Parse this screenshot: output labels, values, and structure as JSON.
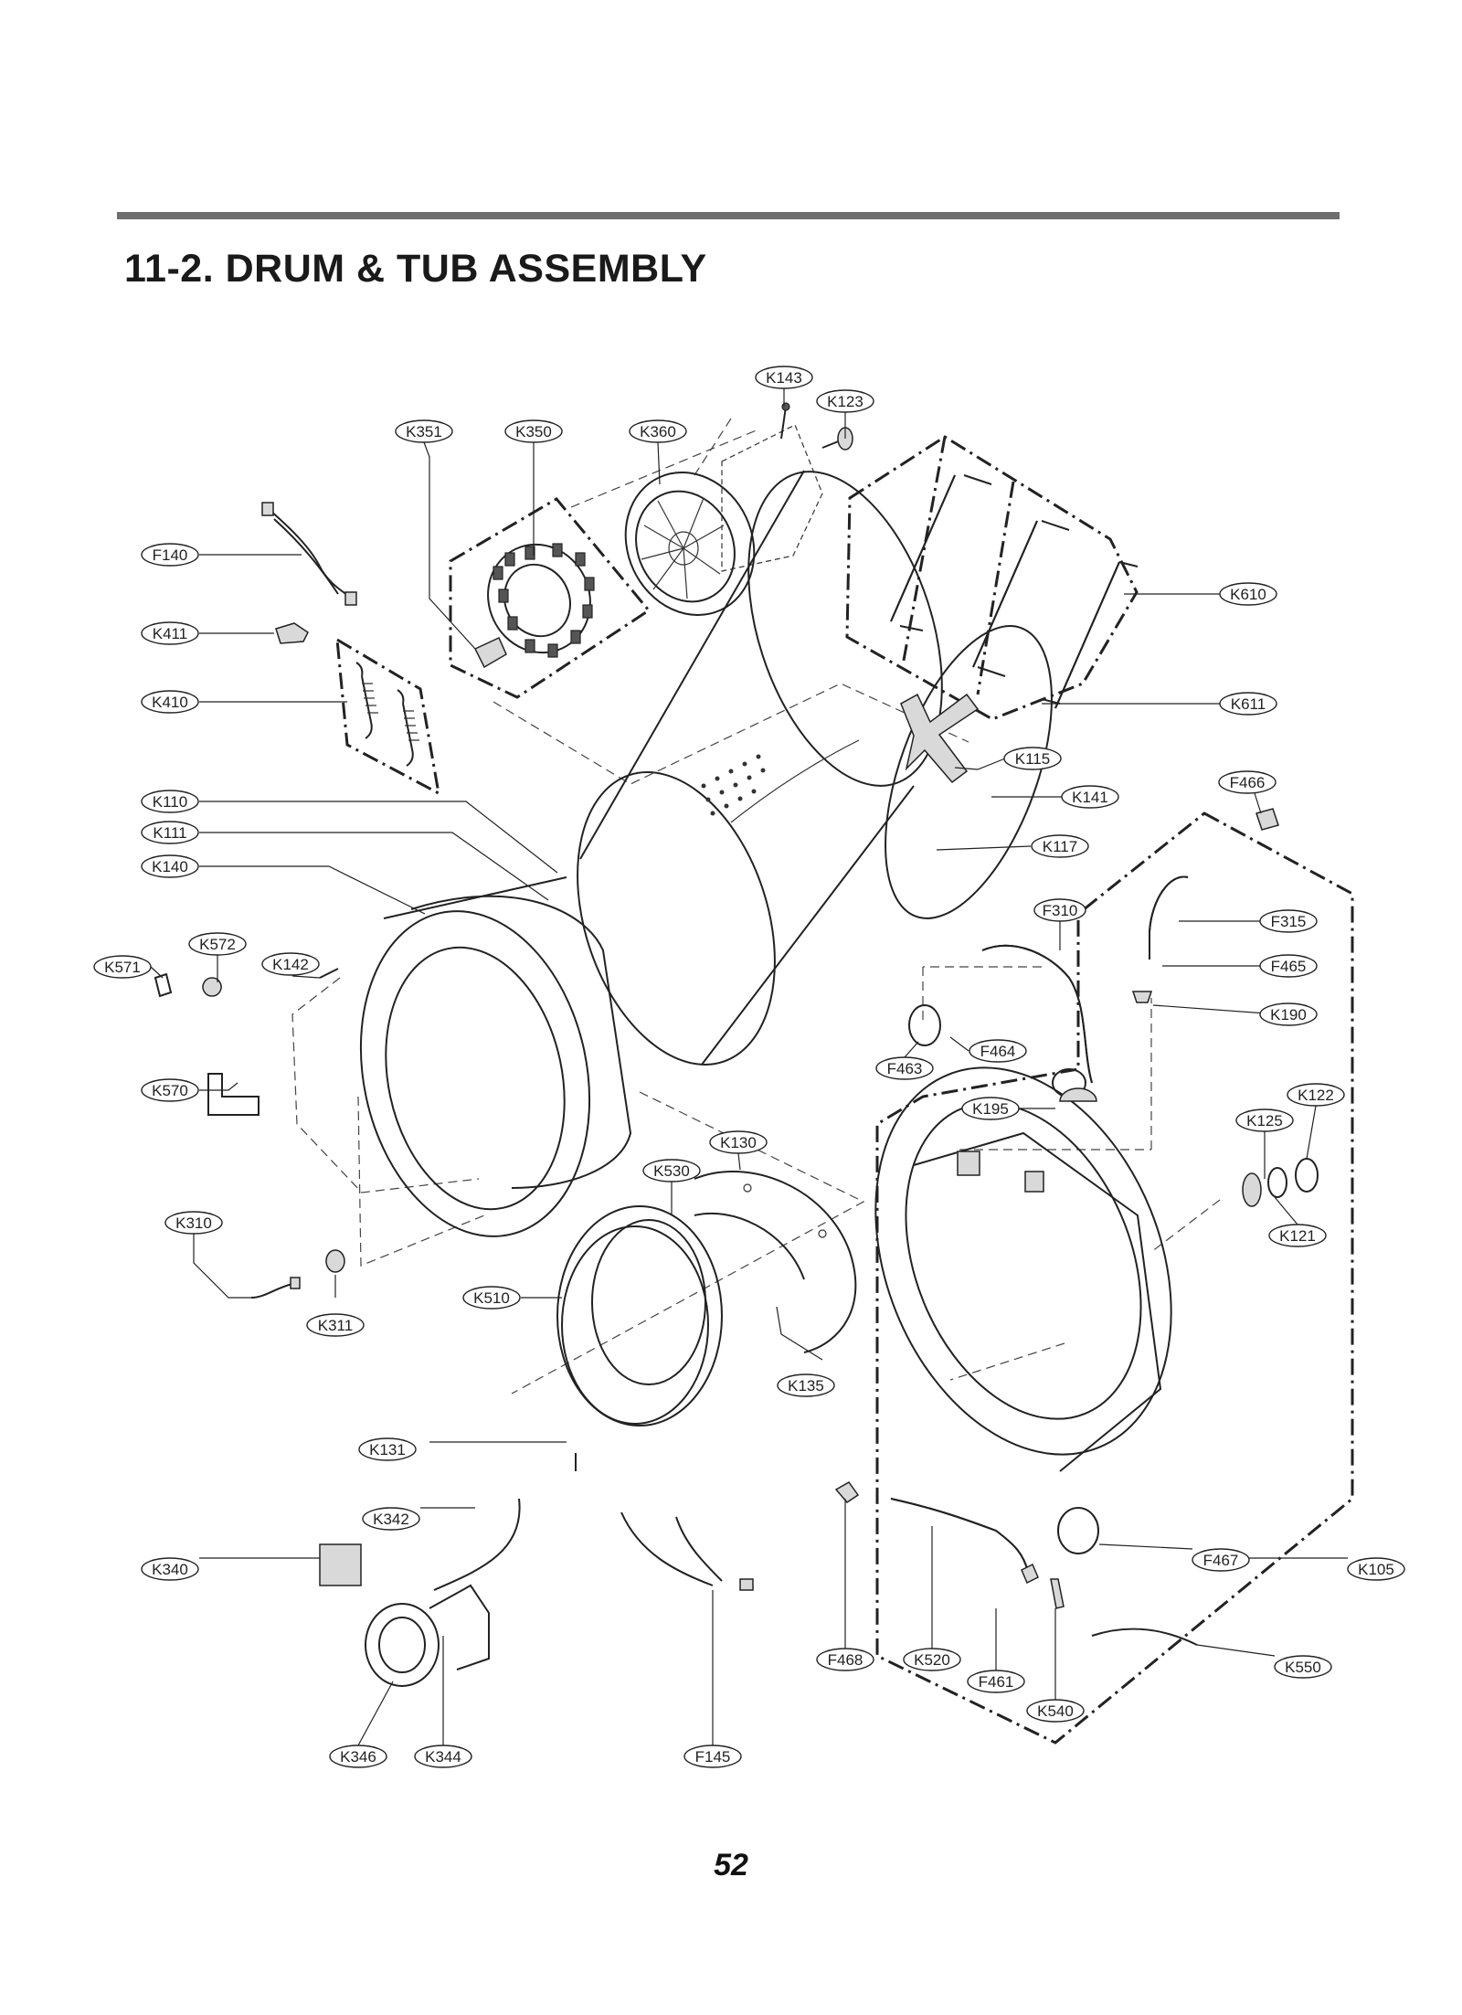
{
  "page": {
    "title": "11-2. DRUM & TUB ASSEMBLY",
    "page_number": "52"
  },
  "labels": {
    "K143": "K143",
    "K123": "K123",
    "K351": "K351",
    "K350": "K350",
    "K360": "K360",
    "F140": "F140",
    "K411": "K411",
    "K410": "K410",
    "K610": "K610",
    "K611": "K611",
    "K115": "K115",
    "K141": "K141",
    "K117": "K117",
    "F466": "F466",
    "K110": "K110",
    "K111": "K111",
    "K140": "K140",
    "K572": "K572",
    "K571": "K571",
    "K142": "K142",
    "K570": "K570",
    "F310": "F310",
    "F315": "F315",
    "F465": "F465",
    "K190": "K190",
    "F464": "F464",
    "F463": "F463",
    "K195": "K195",
    "K122": "K122",
    "K125": "K125",
    "K121": "K121",
    "K130": "K130",
    "K530": "K530",
    "K310": "K310",
    "K510": "K510",
    "K311": "K311",
    "K135": "K135",
    "K131": "K131",
    "K342": "K342",
    "K340": "K340",
    "F467": "F467",
    "K105": "K105",
    "F468": "F468",
    "K520": "K520",
    "K550": "K550",
    "F461": "F461",
    "K540": "K540",
    "K346": "K346",
    "K344": "K344",
    "F145": "F145"
  }
}
